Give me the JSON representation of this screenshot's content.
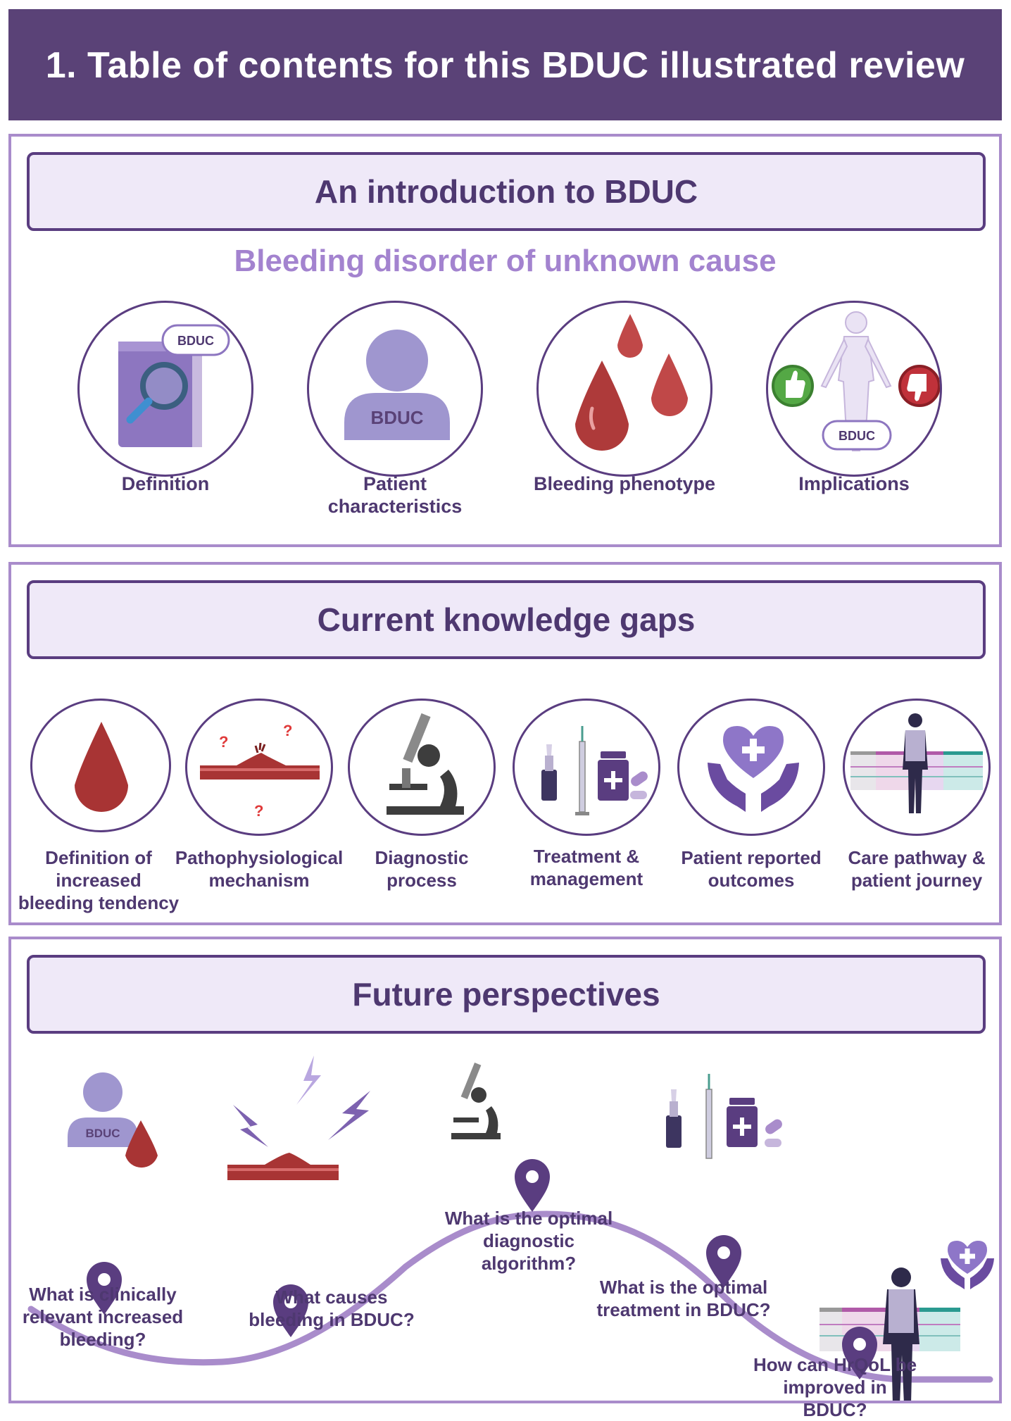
{
  "banner": {
    "title": "1.  Table of contents for this BDUC illustrated review"
  },
  "intro": {
    "header": "An introduction to BDUC",
    "subtitle": "Bleeding disorder of unknown cause",
    "items": [
      {
        "label": "Definition",
        "icon": "book-magnifier-icon",
        "badge": "BDUC"
      },
      {
        "label": "Patient characteristics",
        "icon": "person-icon",
        "badge": "BDUC"
      },
      {
        "label": "Bleeding phenotype",
        "icon": "blood-drops-icon"
      },
      {
        "label": "Implications",
        "icon": "body-thumbs-icon",
        "badge": "BDUC"
      }
    ]
  },
  "gaps": {
    "header": "Current knowledge gaps",
    "items": [
      {
        "label": "Definition of increased bleeding tendency",
        "icon": "blood-drop-icon"
      },
      {
        "label": "Pathophysiological mechanism",
        "icon": "vessel-question-icon",
        "mark": "?"
      },
      {
        "label": "Diagnostic process",
        "icon": "microscope-icon"
      },
      {
        "label": "Treatment & management",
        "icon": "medication-icon"
      },
      {
        "label": "Patient reported outcomes",
        "icon": "heart-hands-icon"
      },
      {
        "label": "Care pathway & patient journey",
        "icon": "patient-journey-icon"
      }
    ]
  },
  "future": {
    "header": "Future perspectives",
    "badge": "BDUC",
    "questions": [
      "What is clinically relevant increased bleeding?",
      "What causes bleeding in BDUC?",
      "What is the optimal diagnostic algorithm?",
      "What is the optimal treatment in BDUC?",
      "How can HrQoL be improved in BDUC?"
    ]
  },
  "colors": {
    "banner": "#5a4277",
    "dark_purple": "#4e3870",
    "light_purple": "#a98ccb",
    "blood": "#a83434",
    "green": "#4fa34a",
    "red": "#c0313a"
  }
}
